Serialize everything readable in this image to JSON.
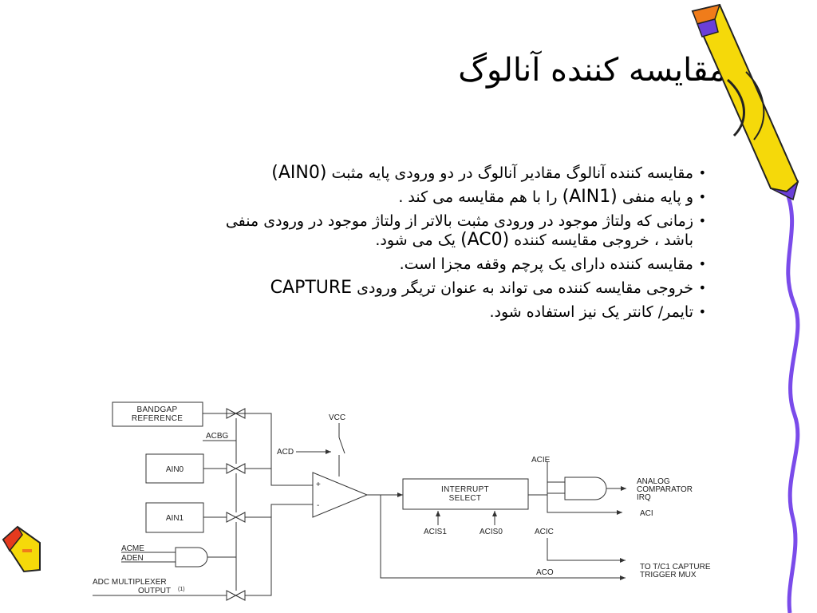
{
  "title": "مقایسه کننده آنالوگ",
  "bullets": [
    {
      "text": "مقایسه کننده آنالوگ مقادیر آنالوگ در دو ورودی پایه مثبت",
      "code": "(AIN0)"
    },
    {
      "text": "و پایه منفی",
      "code": "(AIN1)",
      "text_after": "را با هم مقایسه می کند ."
    },
    {
      "line1": "زمانی که ولتاژ موجود در ورودی مثبت بالاتر از ولتاژ موجود در ورودی منفی",
      "line2_before": "باشد ، خروجی مقایسه کننده",
      "code": "(AC0)",
      "line2_after": "یک می شود."
    },
    {
      "text": "مقایسه کننده دارای یک پرچم وقفه مجزا است."
    },
    {
      "text": "خروجی مقایسه کننده می تواند به عنوان تریگر ورودی",
      "code": "CAPTURE"
    },
    {
      "text": "تایمر/ کانتر یک نیز استفاده شود."
    }
  ],
  "diagram": {
    "bandgap_line1": "BANDGAP",
    "bandgap_line2": "REFERENCE",
    "acbg": "ACBG",
    "ain0": "AIN0",
    "ain1": "AIN1",
    "acme": "ACME",
    "aden": "ADEN",
    "adc_line1": "ADC MULTIPLEXER",
    "adc_line2": "OUTPUT",
    "adc_note": "(1)",
    "vcc": "VCC",
    "acd": "ACD",
    "plus": "+",
    "minus": "-",
    "interrupt_line1": "INTERRUPT",
    "interrupt_line2": "SELECT",
    "acis1": "ACIS1",
    "acis0": "ACIS0",
    "acie": "ACIE",
    "aci": "ACI",
    "acic": "ACIC",
    "aco": "ACO",
    "irq_line1": "ANALOG",
    "irq_line2": "COMPARATOR",
    "irq_line3": "IRQ",
    "capture_line1": "TO T/C1 CAPTURE",
    "capture_line2": "TRIGGER MUX"
  },
  "colors": {
    "pencil_yellow": "#F5D90A",
    "pencil_orange": "#F07C1A",
    "pencil_purple": "#6A3FD8",
    "ribbon": "#7A4BEA",
    "line": "#333333"
  },
  "icons": [
    "pencil-icon",
    "pencil-stub-icon"
  ]
}
